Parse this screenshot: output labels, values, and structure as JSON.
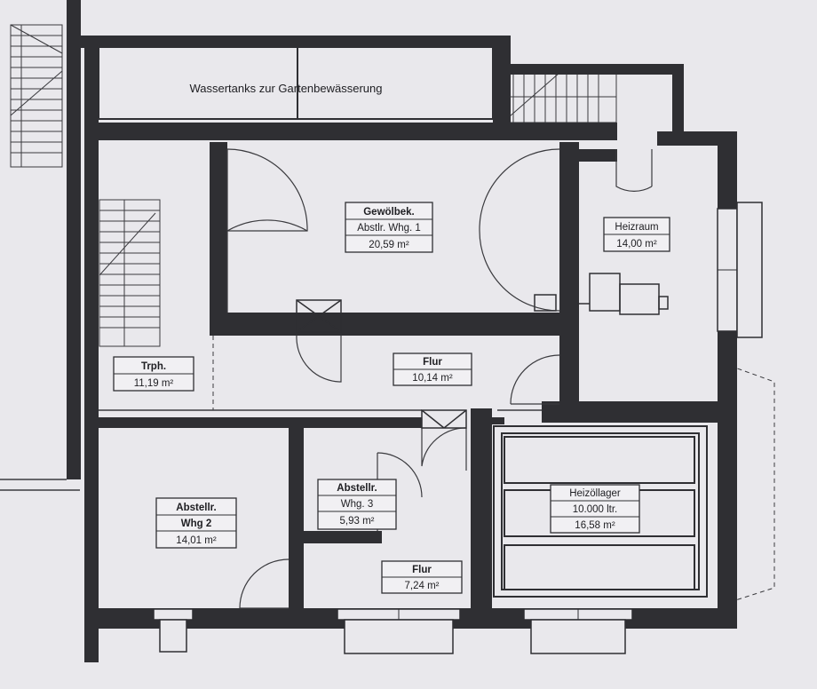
{
  "colors": {
    "paper": "#e9e8ec",
    "wall": "#2f2f33",
    "line": "#3a3a3e",
    "label_box": "#f1f0f3"
  },
  "rooms": {
    "wassertanks": {
      "name": "Wassertanks zur Gartenbewässerung"
    },
    "gewoelbe": {
      "line1": "Gewölbek.",
      "line2": "Abstlr. Whg. 1",
      "area": "20,59 m²"
    },
    "heizraum": {
      "name": "Heizraum",
      "area": "14,00 m²"
    },
    "treppenhaus": {
      "name": "Trph.",
      "area": "11,19 m²"
    },
    "flur_oben": {
      "name": "Flur",
      "area": "10,14 m²"
    },
    "abstellraum_2": {
      "line1": "Abstellr.",
      "line2": "Whg 2",
      "area": "14,01 m²"
    },
    "abstellraum_3": {
      "line1": "Abstellr.",
      "line2": "Whg. 3",
      "area": "5,93 m²"
    },
    "flur_unten": {
      "name": "Flur",
      "area": "7,24 m²"
    },
    "heizoellager": {
      "line1": "Heizöllager",
      "line2": "10.000 ltr.",
      "area": "16,58 m²"
    }
  }
}
